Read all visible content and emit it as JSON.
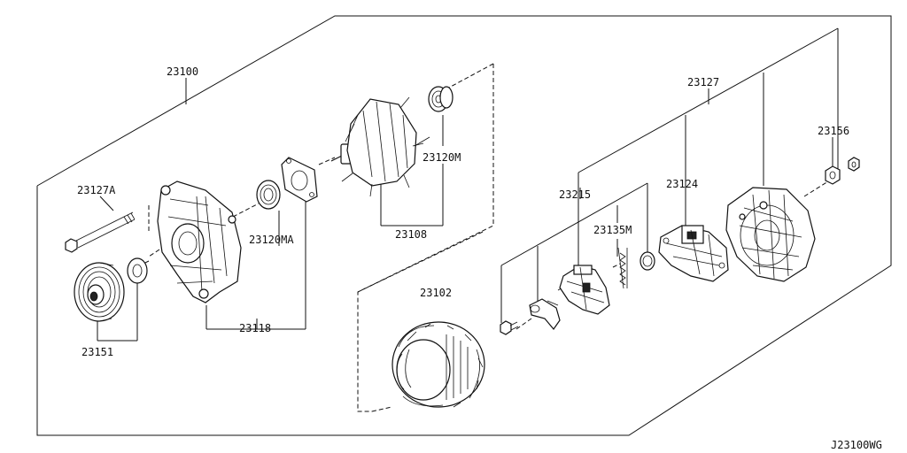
{
  "diagram_code": "J23100WG",
  "parts": [
    {
      "id": "23100"
    },
    {
      "id": "23127A"
    },
    {
      "id": "23151"
    },
    {
      "id": "23118"
    },
    {
      "id": "23120MA"
    },
    {
      "id": "23108"
    },
    {
      "id": "23120M"
    },
    {
      "id": "23102"
    },
    {
      "id": "23127"
    },
    {
      "id": "23215"
    },
    {
      "id": "23124"
    },
    {
      "id": "23135M"
    },
    {
      "id": "23156"
    }
  ]
}
